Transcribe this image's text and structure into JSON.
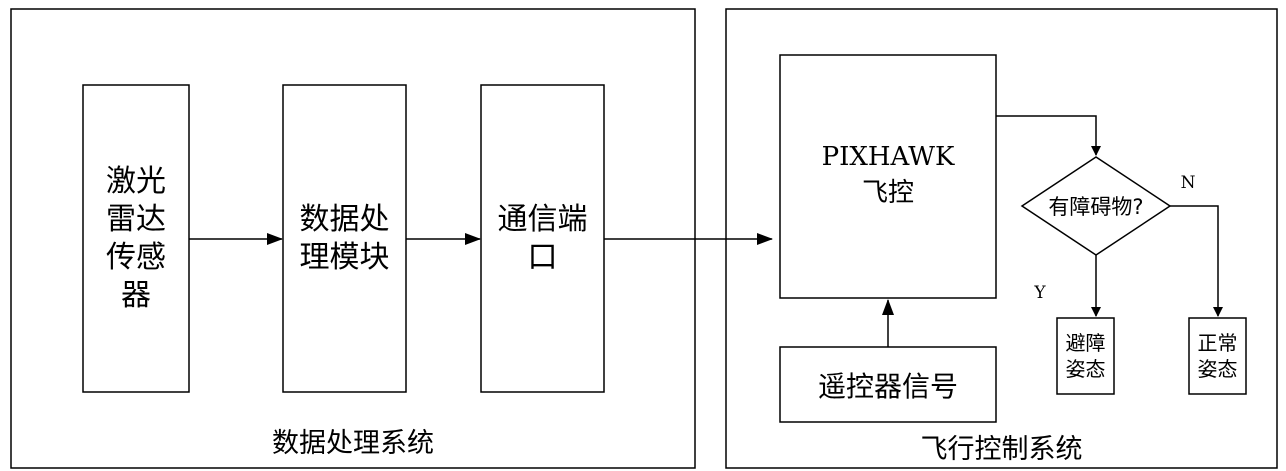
{
  "systems": {
    "left_title": "数据处理系统",
    "right_title": "飞行控制系统"
  },
  "blocks": {
    "lidar": "激光\n雷达\n传感\n器",
    "processing": "数据处\n理模块",
    "comm": "通信端\n口",
    "fc": "PIXHAWK\n飞控",
    "rc": "遥控器信号",
    "decision": "有障碍物?",
    "avoid": "避障\n姿态",
    "normal": "正常\n姿态"
  },
  "branches": {
    "yes": "Y",
    "no": "N"
  }
}
